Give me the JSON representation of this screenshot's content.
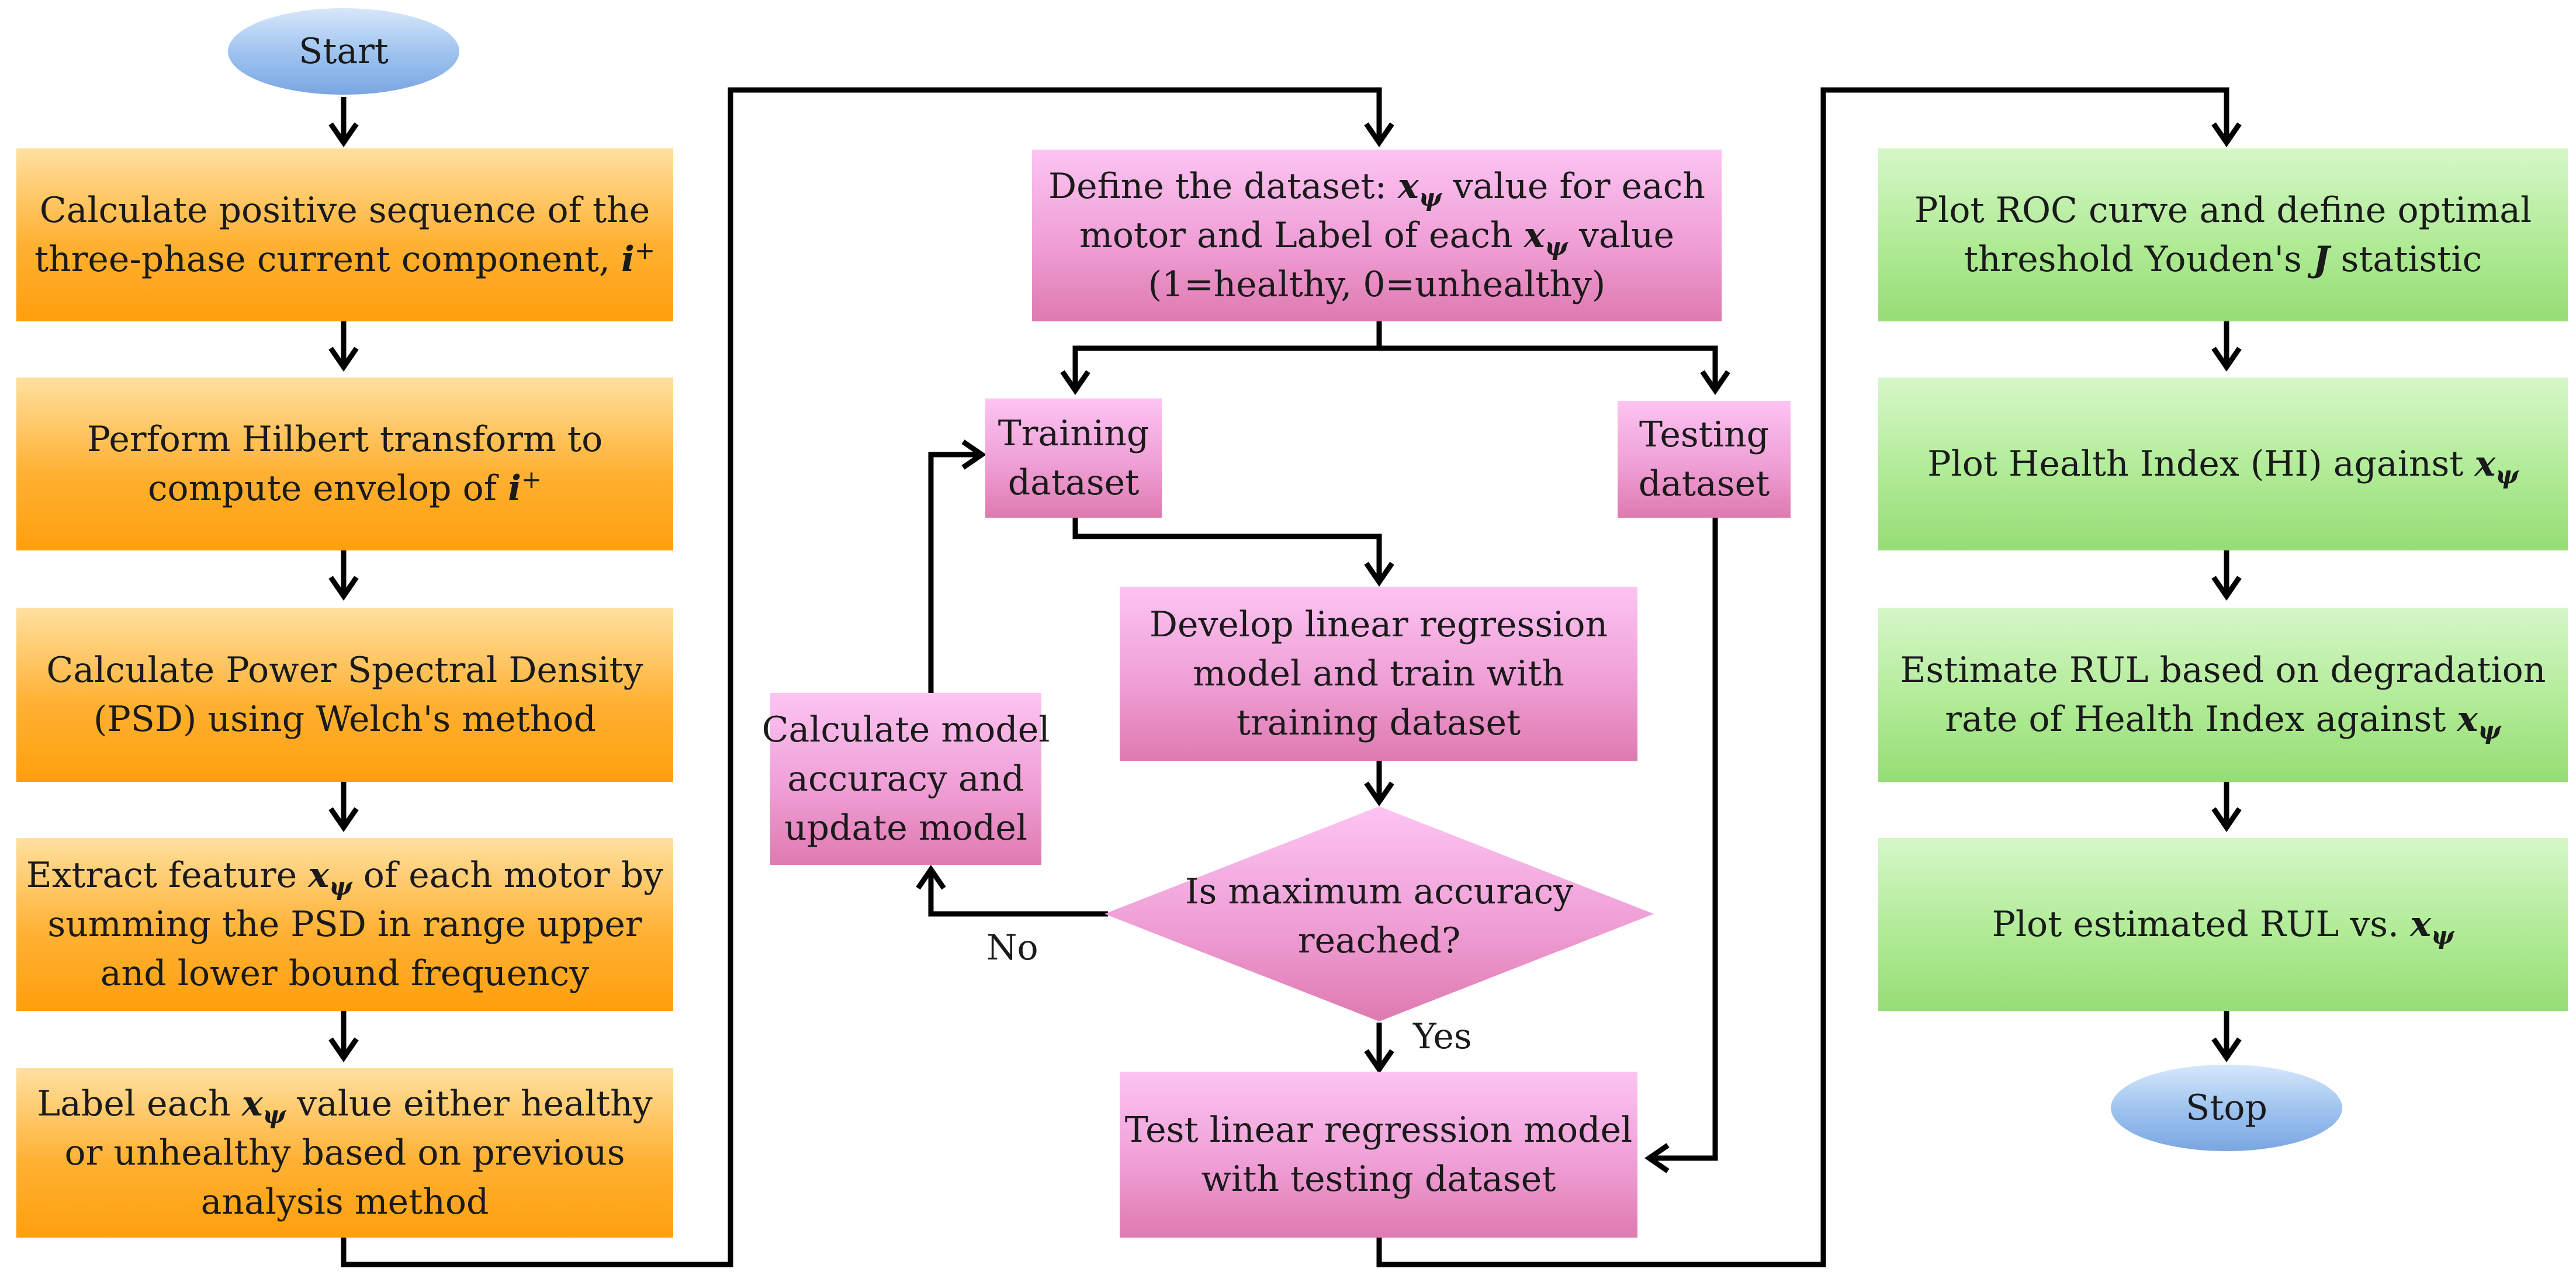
{
  "nodes": {
    "start": "Start",
    "stop": "Stop",
    "n1": {
      "l1": "Calculate positive sequence of the",
      "l2": "three-phase current component, "
    },
    "n2": {
      "l1": "Perform Hilbert transform to",
      "l2": "compute envelop of "
    },
    "n3": {
      "l1": "Calculate Power Spectral Density",
      "l2": "(PSD) using Welch's method"
    },
    "n4": {
      "l1a": "Extract feature ",
      "l1b": " of each motor by",
      "l2": "summing the PSD in range upper",
      "l3": "and lower bound frequency"
    },
    "n5": {
      "l1a": "Label each ",
      "l1b": " value either healthy",
      "l2": "or unhealthy based on previous",
      "l3": "analysis method"
    },
    "n6": {
      "l1a": "Define the dataset: ",
      "l1b": " value for each",
      "l2a": "motor and Label of each ",
      "l2b": " value",
      "l3": "(1=healthy, 0=unhealthy)"
    },
    "n7": {
      "l1": "Training",
      "l2": "dataset"
    },
    "n8": {
      "l1": "Testing",
      "l2": "dataset"
    },
    "n9": {
      "l1": "Develop linear regression",
      "l2": "model and train with",
      "l3": "training dataset"
    },
    "n10": {
      "l1": "Calculate model",
      "l2": "accuracy and",
      "l3": "update model"
    },
    "n11": {
      "l1": "Is maximum accuracy",
      "l2": "reached?"
    },
    "n12": {
      "l1": "Test linear regression model",
      "l2": "with testing dataset"
    },
    "n13": {
      "l1": "Plot ROC curve and define optimal",
      "l2a": "threshold Youden's ",
      "l2b": " statistic"
    },
    "n14": {
      "l1a": "Plot Health Index (HI) against "
    },
    "n15": {
      "l1": "Estimate RUL based on degradation",
      "l2a": "rate of Health Index against "
    },
    "n16": {
      "l1a": "Plot estimated RUL vs. "
    }
  },
  "symbols": {
    "i": "i",
    "plus": "+",
    "x": "x",
    "psi": "ψ",
    "J": "J"
  },
  "edge_labels": {
    "no": "No",
    "yes": "Yes"
  },
  "colors": {
    "orange": "#ffb133",
    "pink": "#ef9fd6",
    "green": "#b0eb96",
    "oval": "#9bc1ee",
    "line": "#000000"
  }
}
